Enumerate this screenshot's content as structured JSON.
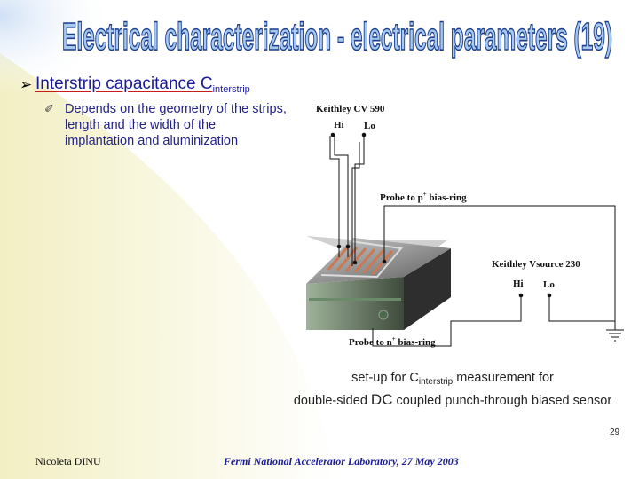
{
  "slide": {
    "title": "Electrical characterization - electrical parameters (19)",
    "bullet": {
      "text": "Interstrip capacitance C",
      "subscript": "interstrip"
    },
    "sub_bullet": "Depends on the geometry of the strips, length and the width of the implantation and aluminization"
  },
  "diagram": {
    "cv_meter": "Keithley CV 590",
    "cv_hi": "Hi",
    "cv_lo": "Lo",
    "probe_p": "Probe to p",
    "probe_p_sup": "+",
    "probe_p_tail": " bias-ring",
    "vsource": "Keithley Vsource 230",
    "vs_hi": "Hi",
    "vs_lo": "Lo",
    "probe_n": "Probe to n",
    "probe_n_sup": "+",
    "probe_n_tail": " bias-ring"
  },
  "caption": {
    "line1_prefix": "set-up for C",
    "line1_sub": "interstrip",
    "line1_suffix": " measurement for",
    "line2_prefix": "double-sided ",
    "line2_big": "DC",
    "line2_suffix": " coupled punch-through biased sensor"
  },
  "footer": {
    "author": "Nicoleta DINU",
    "center": "Fermi National Accelerator Laboratory, 27 May 2003",
    "page": "29"
  },
  "colors": {
    "title_fill": "#a9c8ee",
    "title_outline": "#1a3f8f",
    "bullet_text": "#1a1a99",
    "underline": "#c81b1b",
    "wash": "#f4f0c8"
  }
}
